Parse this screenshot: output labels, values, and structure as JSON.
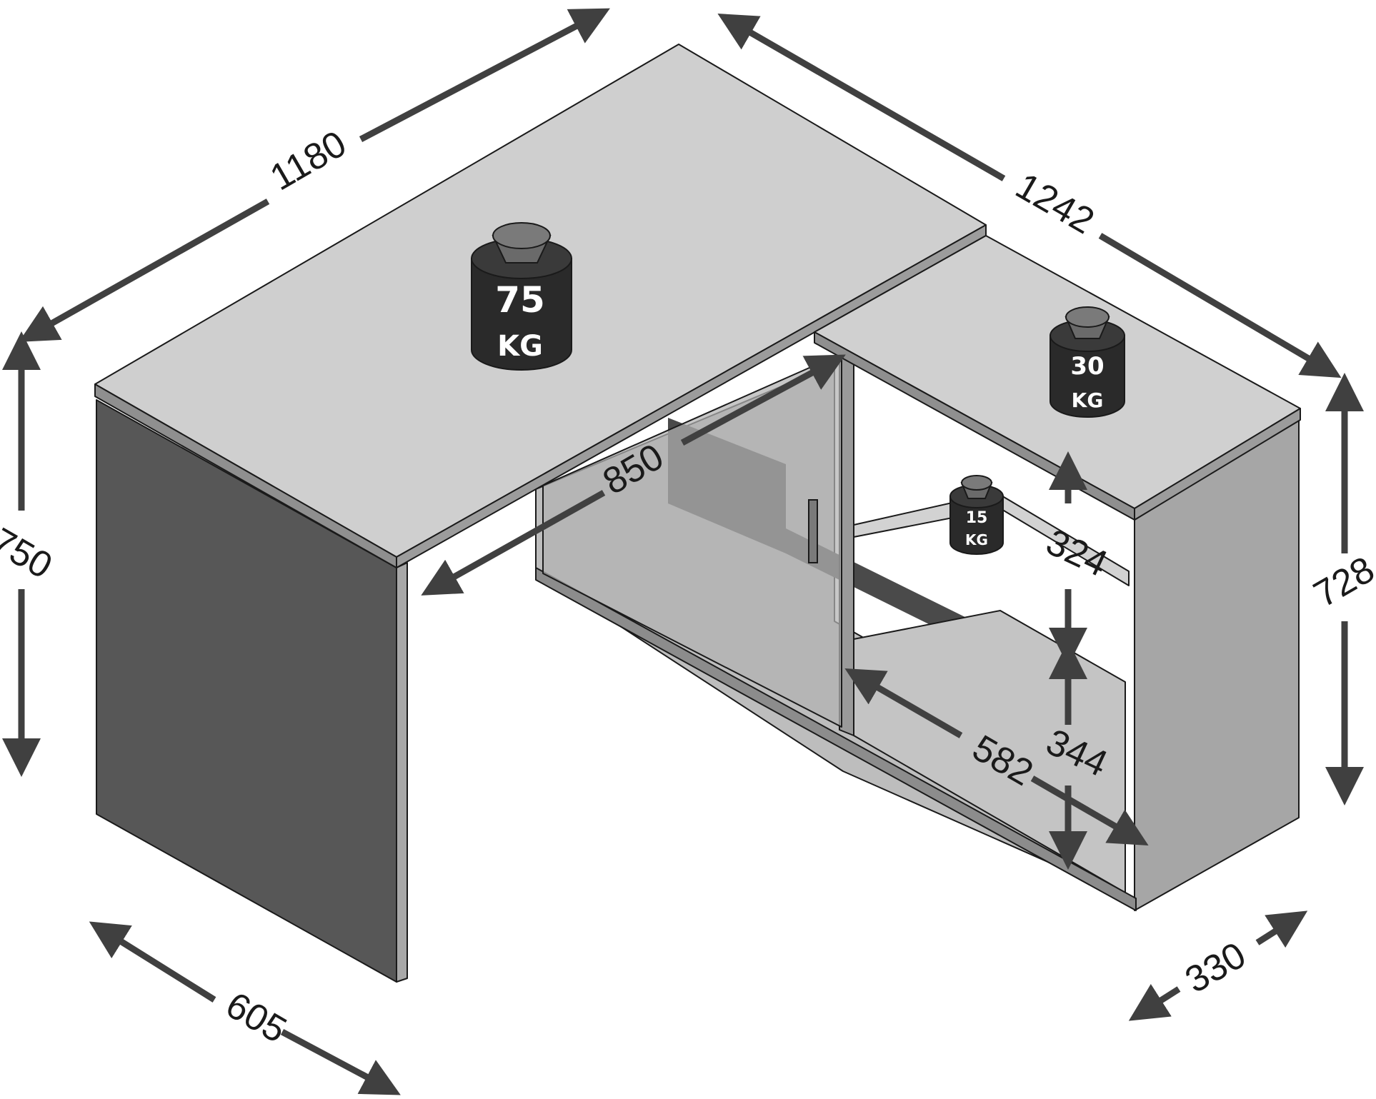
{
  "dimensions": {
    "desk_width": "1180",
    "return_length": "1242",
    "desk_height": "750",
    "desk_depth": "605",
    "cabinet_height": "728",
    "cabinet_depth": "330",
    "inner_width": "850",
    "compartment_width": "582",
    "upper_shelf_height": "324",
    "lower_shelf_height": "344"
  },
  "loads": {
    "desktop": {
      "value": "75",
      "unit": "KG"
    },
    "cabinet_top": {
      "value": "30",
      "unit": "KG"
    },
    "shelf": {
      "value": "15",
      "unit": "KG"
    }
  },
  "colors": {
    "top_surface": "#cfcfcf",
    "side_panel": "#575757",
    "cabinet_side": "#a6a6a6",
    "interior": "#bdbdbd",
    "weight_body": "#2a2a2a",
    "arrow": "#404040"
  }
}
